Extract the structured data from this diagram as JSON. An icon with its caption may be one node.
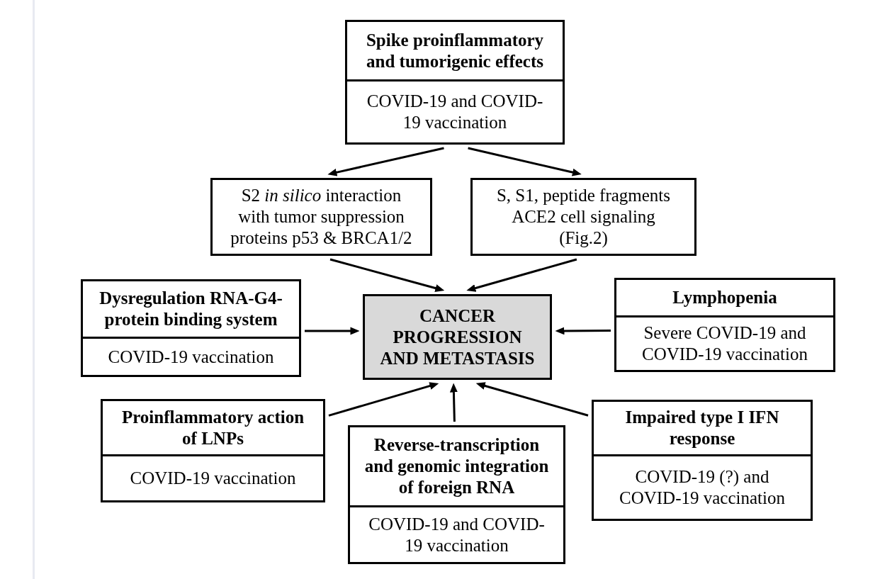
{
  "diagram": {
    "nodes": [
      {
        "text": [
          "Spike proinflammatory and tumorigenic effects",
          "COVID-19 and COVID-19 vaccination"
        ]
      },
      {
        "text": [
          "S2 *in silico* interaction with tumor suppression proteins p53 & BRCA1/2"
        ]
      },
      {
        "text": [
          "S, S1, peptide fragments ACE2 cell signaling (Fig.2)"
        ]
      },
      {
        "text": [
          "Dysregulation RNA-G4-protein binding system",
          "COVID-19 vaccination"
        ]
      },
      {
        "text": [
          "CANCER PROGRESSION AND METASTASIS"
        ]
      },
      {
        "text": [
          "Lymphopenia",
          "Severe COVID-19 and COVID-19 vaccination"
        ]
      },
      {
        "text": [
          "Proinflammatory action of LNPs",
          "COVID-19 vaccination"
        ]
      },
      {
        "text": [
          "Reverse-transcription and genomic integration of foreign RNA",
          "COVID-19 and COVID-19 vaccination"
        ]
      },
      {
        "text": [
          "Impaired type I IFN response",
          "COVID-19 (?) and COVID-19 vaccination"
        ]
      }
    ],
    "edges": [
      {
        "from": 0,
        "to": 1,
        "arrow": "to"
      },
      {
        "from": 0,
        "to": 2,
        "arrow": "to"
      },
      {
        "from": 1,
        "to": 4,
        "arrow": "to"
      },
      {
        "from": 2,
        "to": 4,
        "arrow": "to"
      },
      {
        "from": 3,
        "to": 4,
        "arrow": "to"
      },
      {
        "from": 5,
        "to": 4,
        "arrow": "to"
      },
      {
        "from": 6,
        "to": 4,
        "arrow": "to"
      },
      {
        "from": 7,
        "to": 4,
        "arrow": "to"
      },
      {
        "from": 8,
        "to": 4,
        "arrow": "to"
      }
    ]
  }
}
